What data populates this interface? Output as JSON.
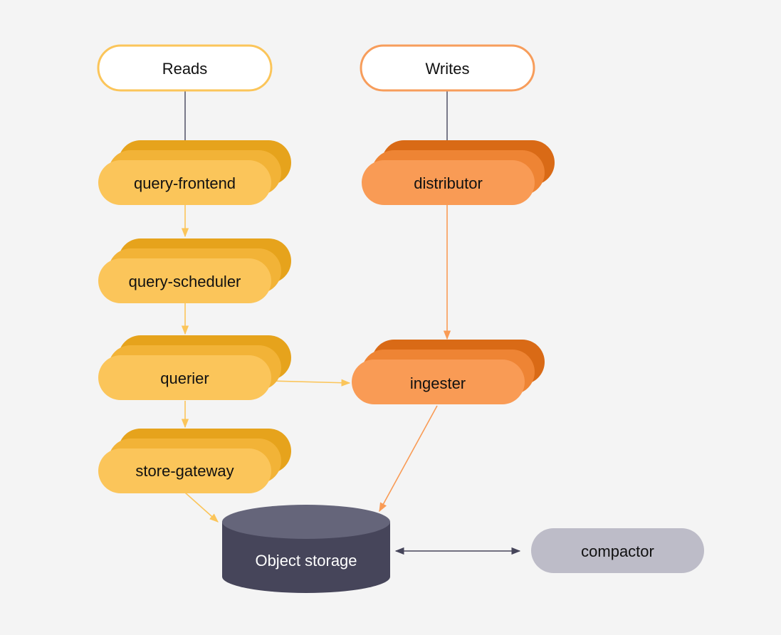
{
  "diagram": {
    "colors": {
      "background": "#f4f4f4",
      "read_front": "#fbc55a",
      "read_mid": "#f2b337",
      "read_back": "#e6a31c",
      "write_front": "#f99b55",
      "write_mid": "#ee8434",
      "write_back": "#d96a16",
      "entry_fill": "#ffffff",
      "read_stroke": "#fbc55a",
      "write_stroke": "#f79d5b",
      "entry_arrow": "#5a5a6e",
      "storage_top": "#65657a",
      "storage_body": "#46455a",
      "compactor": "#bdbcc8",
      "storage_link": "#46455a"
    },
    "nodes": {
      "reads": "Reads",
      "writes": "Writes",
      "query_frontend": "query-frontend",
      "query_scheduler": "query-scheduler",
      "querier": "querier",
      "store_gateway": "store-gateway",
      "distributor": "distributor",
      "ingester": "ingester",
      "object_storage": "Object storage",
      "compactor": "compactor"
    },
    "edges": [
      {
        "from": "reads",
        "to": "query_frontend"
      },
      {
        "from": "query_frontend",
        "to": "query_scheduler"
      },
      {
        "from": "query_scheduler",
        "to": "querier"
      },
      {
        "from": "querier",
        "to": "store_gateway"
      },
      {
        "from": "querier",
        "to": "ingester"
      },
      {
        "from": "store_gateway",
        "to": "object_storage"
      },
      {
        "from": "writes",
        "to": "distributor"
      },
      {
        "from": "distributor",
        "to": "ingester"
      },
      {
        "from": "ingester",
        "to": "object_storage"
      },
      {
        "from": "object_storage",
        "to": "compactor",
        "bidirectional": true
      }
    ]
  }
}
